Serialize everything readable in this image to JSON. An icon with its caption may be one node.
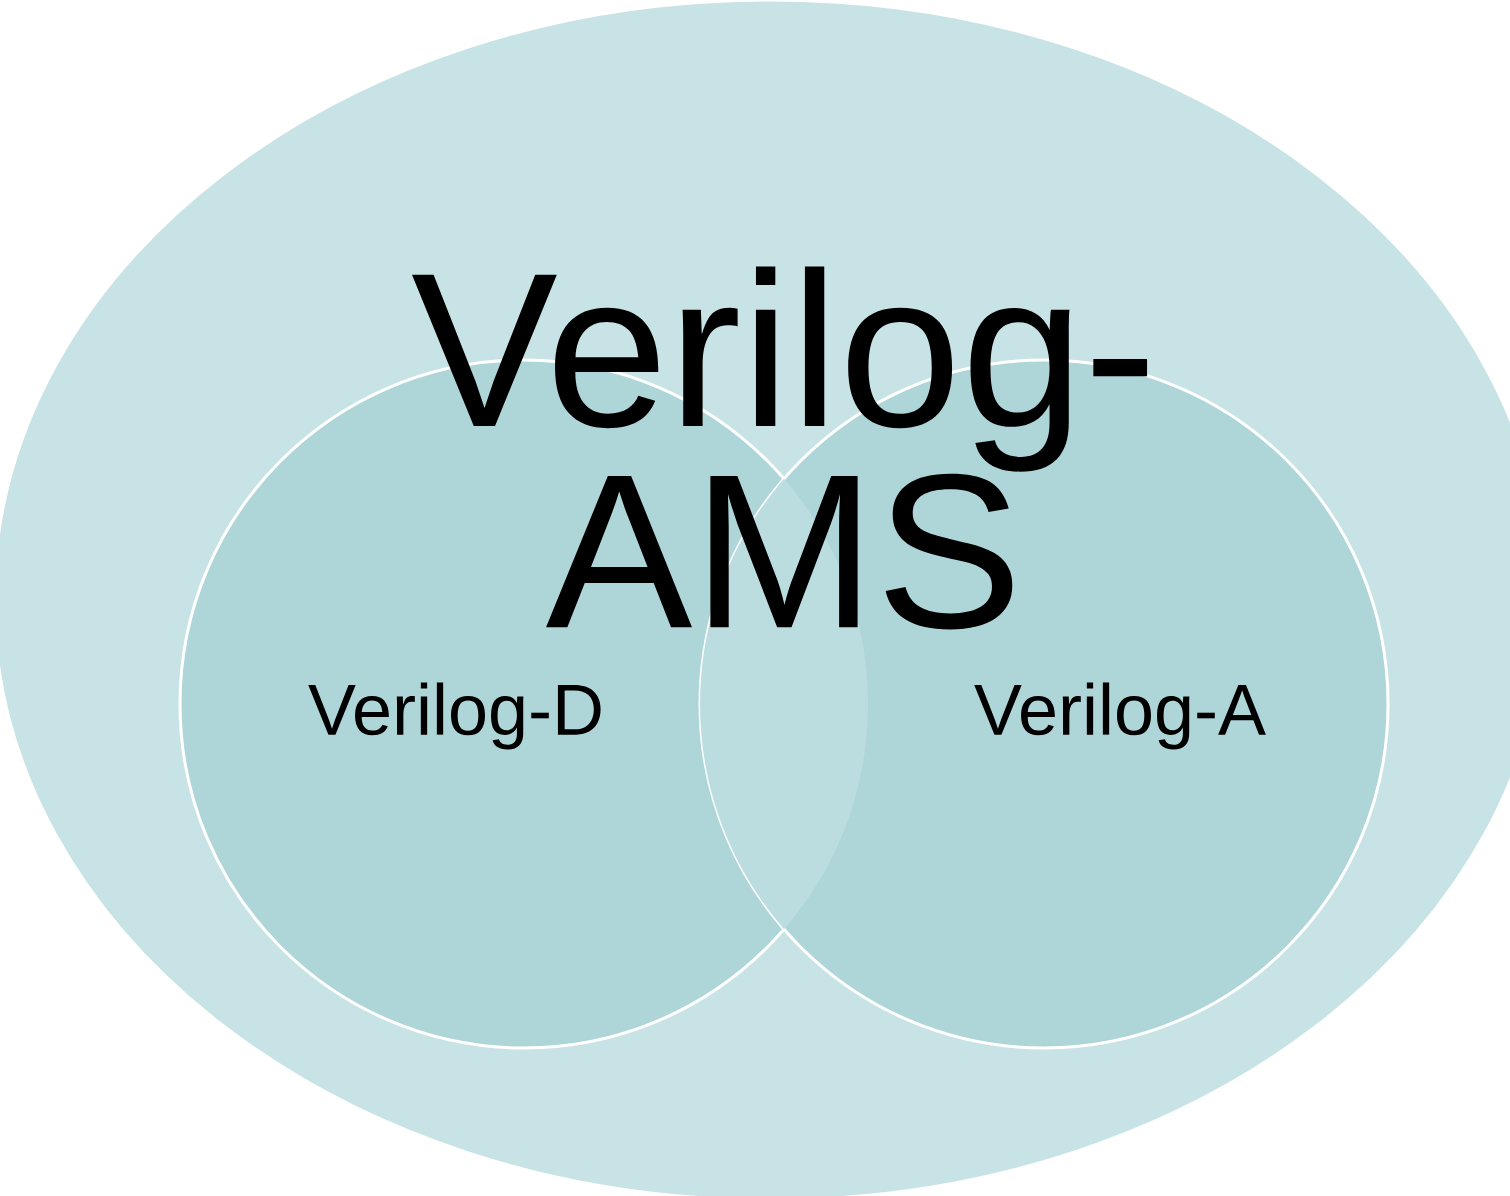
{
  "diagram": {
    "nodes": [
      {
        "text": [
          "Verilog-AMS"
        ]
      },
      {
        "text": [
          "Verilog-D"
        ],
        "in": 0
      },
      {
        "text": [
          "Verilog-A"
        ],
        "in": 0
      }
    ]
  }
}
